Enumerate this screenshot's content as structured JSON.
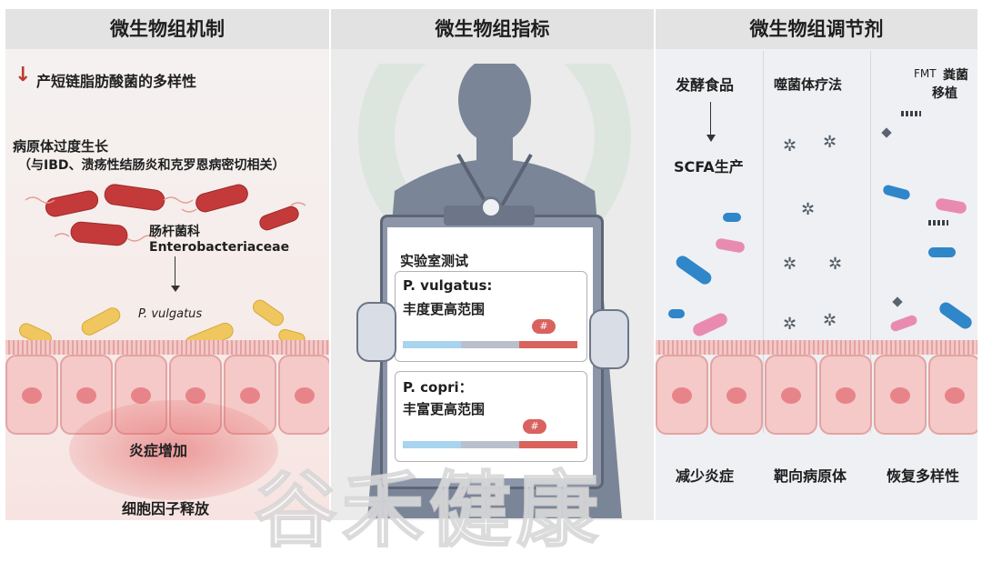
{
  "colors": {
    "accent_red": "#c0392b",
    "pink": "#f4c9c7",
    "yellow": "#f0c75e",
    "blue": "#2f86c8",
    "bar_blue": "#a8d4ef",
    "bar_gray": "#b9bfcc",
    "bar_red": "#d9625e"
  },
  "panel1": {
    "title": "微生物组机制",
    "arrow": "↓",
    "point1": "产短链脂肪酸菌的多样性",
    "pathogen_line1": "病原体过度生长",
    "pathogen_line2": "（与IBD、溃疡性结肠炎和克罗恩病密切相关）",
    "family_cn": "肠杆菌科",
    "family_latin": "Enterobacteriaceae",
    "species": "P. vulgatus",
    "inflammation": "炎症增加",
    "cytokine": "细胞因子释放"
  },
  "panel2": {
    "title": "微生物组指标",
    "clipboard_title": "实验室测试",
    "card1_title": "P. vulgatus:",
    "card1_text": "丰度更高范围",
    "card2_title": "P. copri：",
    "card2_text": "丰富更高范围",
    "marker": "#"
  },
  "panel3": {
    "title": "微生物组调节剂",
    "col1_label": "发酵食品",
    "col1_product": "SCFA生产",
    "col2_label": "噬菌体疗法",
    "col3_prefix": "FMT",
    "col3_label_line1": "粪菌",
    "col3_label_line2": "移植",
    "col1_outcome": "减少炎症",
    "col2_outcome": "靶向病原体",
    "col3_outcome": "恢复多样性"
  },
  "watermark": "谷禾健康",
  "icons": [
    "down-arrow-icon",
    "bacteria-rod-icon",
    "bacteriophage-icon",
    "doctor-figure-icon",
    "clipboard-icon"
  ]
}
